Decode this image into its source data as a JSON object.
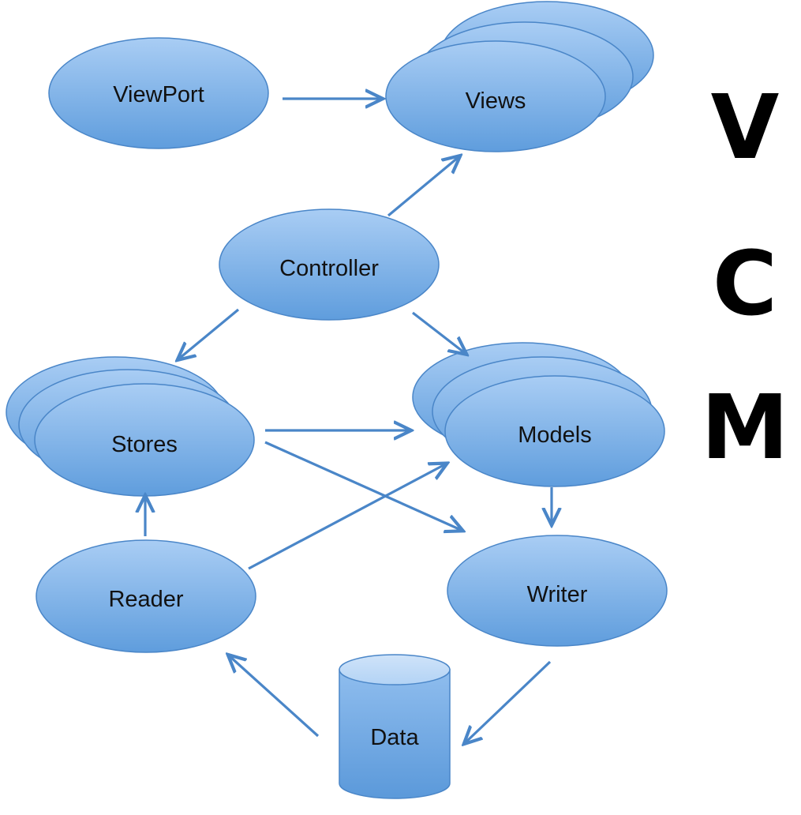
{
  "nodes": {
    "viewport": "ViewPort",
    "views": "Views",
    "controller": "Controller",
    "stores": "Stores",
    "models": "Models",
    "reader": "Reader",
    "writer": "Writer",
    "data": "Data"
  },
  "side_letters": {
    "view": "V",
    "controller": "C",
    "model": "M"
  },
  "colors": {
    "fill_top": "#a9cdf4",
    "fill_bottom": "#5f9ddd",
    "stroke": "#4a86c8",
    "arrow": "#4a86c8"
  }
}
